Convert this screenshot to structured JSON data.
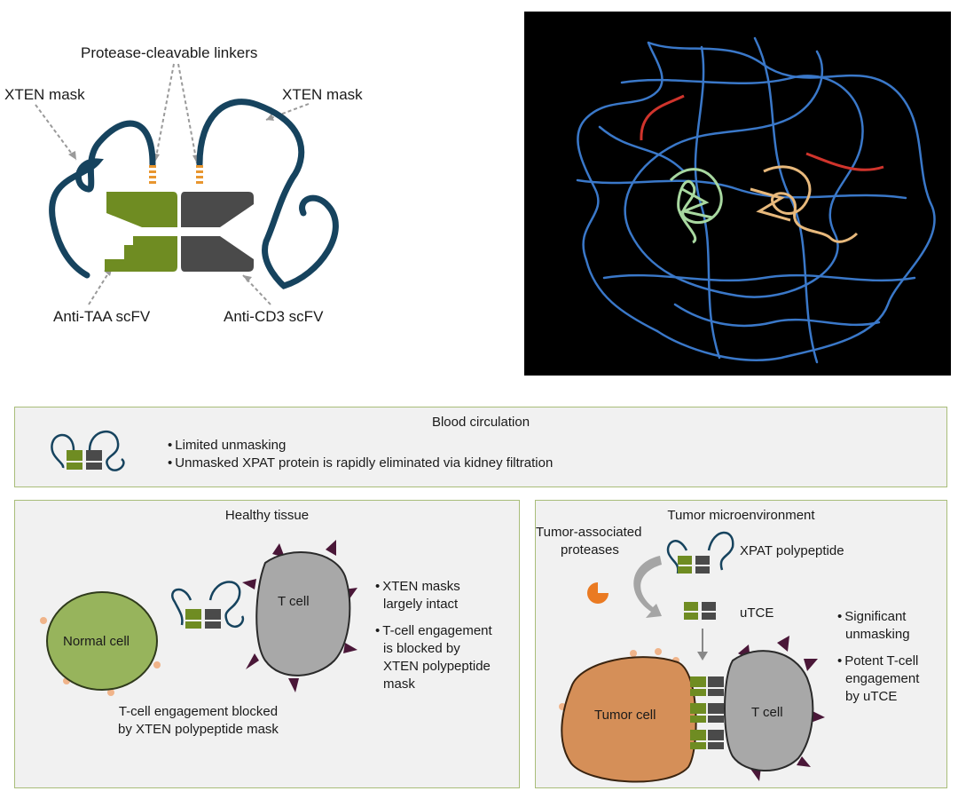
{
  "top_left": {
    "linkers_label": "Protease-cleavable linkers",
    "mask_left_label": "XTEN mask",
    "mask_right_label": "XTEN mask",
    "taa_label": "Anti-TAA scFV",
    "cd3_label": "Anti-CD3 scFV"
  },
  "blood": {
    "title": "Blood circulation",
    "bullets": [
      "Limited unmasking",
      "Unmasked XPAT protein is rapidly eliminated via kidney filtration"
    ]
  },
  "healthy": {
    "title": "Healthy tissue",
    "normal_cell": "Normal cell",
    "t_cell": "T cell",
    "caption_line1": "T-cell engagement blocked",
    "caption_line2": "by XTEN polypeptide mask",
    "bullet1": [
      "XTEN masks",
      "largely intact"
    ],
    "bullet2": [
      "T-cell engagement",
      "is blocked by",
      "XTEN polypeptide",
      "mask"
    ]
  },
  "tumor": {
    "title": "Tumor microenvironment",
    "proteases_line1": "Tumor-associated",
    "proteases_line2": "proteases",
    "xpat_label": "XPAT polypeptide",
    "utce_label": "uTCE",
    "tumor_cell": "Tumor cell",
    "t_cell": "T cell",
    "bullet1": [
      "Significant",
      "unmasking"
    ],
    "bullet2": [
      "Potent T-cell",
      "engagement",
      "by uTCE"
    ]
  },
  "colors": {
    "green": "#6f8c22",
    "dark_gray": "#4a4a4a",
    "mask_blue": "#16435e",
    "panel_border": "#a9bd7a",
    "panel_bg": "#f1f1f1",
    "tumor": "#d58f58",
    "normal": "#97b45c",
    "spike": "#4a1738",
    "protease": "#ea7a22"
  }
}
